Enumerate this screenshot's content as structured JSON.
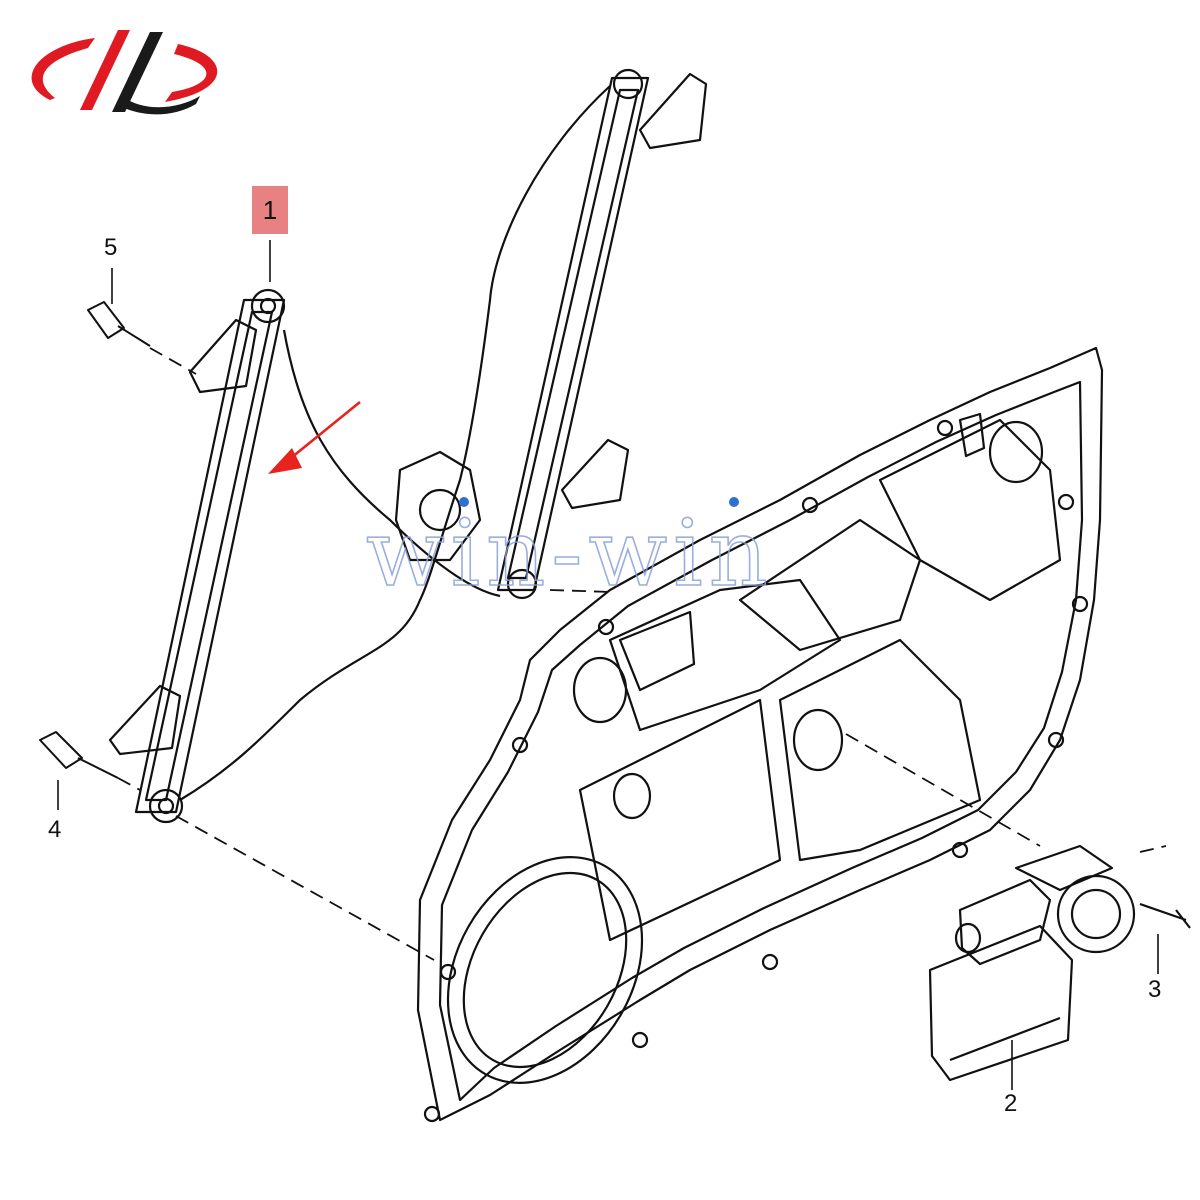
{
  "watermark": {
    "text": "win-win",
    "color": "#8aa0d8",
    "dot_color": "#2f6fd0"
  },
  "brand_logo": {
    "colors": [
      "#e01a22",
      "#1a1a1a"
    ]
  },
  "highlight_color": "#e57373",
  "arrow_color": "#e8231d",
  "callouts": [
    {
      "number": "1",
      "highlighted": true
    },
    {
      "number": "2"
    },
    {
      "number": "3"
    },
    {
      "number": "4"
    },
    {
      "number": "5"
    }
  ]
}
